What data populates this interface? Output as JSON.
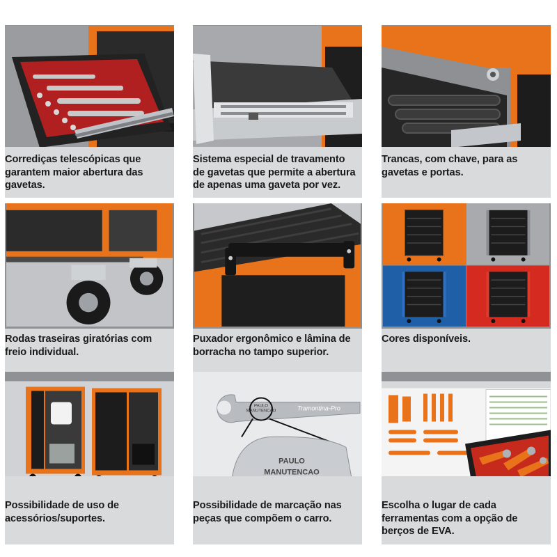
{
  "panels": [
    {
      "lines": [
        "Corrediças telescópicas que",
        "garantem maior abertura das",
        "gavetas."
      ]
    },
    {
      "lines": [
        "Sistema especial de travamento",
        "de gavetas que permite a abertura",
        "de apenas uma gaveta por vez."
      ]
    },
    {
      "lines": [
        "Trancas, com chave, para as",
        "gavetas e portas."
      ]
    },
    {
      "lines": [
        "Rodas traseiras giratórias com",
        "freio individual."
      ]
    },
    {
      "lines": [
        "Puxador ergonômico e lâmina de",
        "borracha no tampo superior."
      ]
    },
    {
      "lines": [
        "Cores disponíveis."
      ]
    },
    {
      "lines": [
        "Possibilidade de uso de",
        "acessórios/suportes."
      ]
    },
    {
      "lines": [
        "Possibilidade de marcação nas",
        "peças que compõem o carro."
      ]
    },
    {
      "lines": [
        "Escolha o lugar de cada",
        "ferramentas com a opção de",
        "berços de EVA."
      ]
    }
  ],
  "engraving": {
    "brand": "Tramontina-Pro",
    "name_line1": "PAULO",
    "name_line2": "MANUTENCAO"
  },
  "colors": {
    "orange": "#e8731a",
    "black": "#1c1c1c",
    "grey_bg": "#d9dadc",
    "blue": "#1f5fa8",
    "red": "#d42a1f"
  }
}
